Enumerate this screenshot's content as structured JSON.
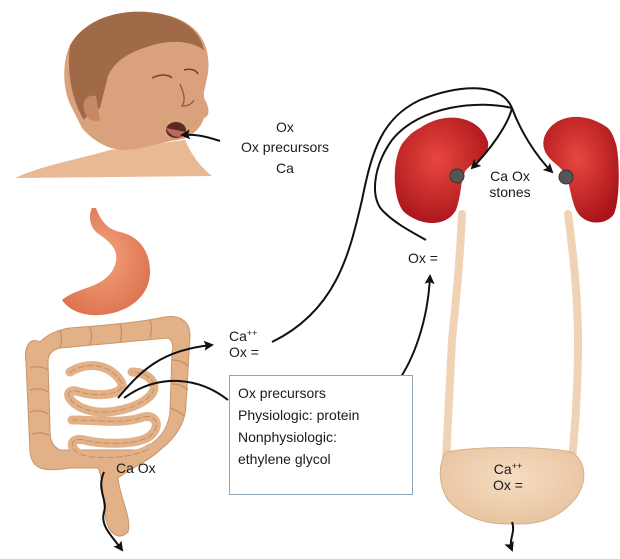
{
  "labels": {
    "intake_ox": "Ox",
    "intake_precursors": "Ox precursors",
    "intake_ca": "Ca",
    "gut_ca": "Ca",
    "gut_ca_charge": "++",
    "gut_ox": "Ox =",
    "stones_line1": "Ca Ox",
    "stones_line2": "stones",
    "kidney_ox": "Ox =",
    "colon_caox": "Ca Ox",
    "bladder_ca": "Ca",
    "bladder_ca_charge": "++",
    "bladder_ox": "Ox ="
  },
  "precursor_box": {
    "line1": "Ox precursors",
    "line2": "Physiologic: protein",
    "line3": "Nonphysiologic:",
    "line4": "ethylene glycol"
  },
  "colors": {
    "skin": "#c98f68",
    "hair": "#8a5a3e",
    "kidney": "#c8201e",
    "stomach": "#e9875f",
    "intestine": "#e2b187",
    "ureter": "#efd3b4",
    "stone": "#555555",
    "box_border": "#8fa7b8"
  }
}
